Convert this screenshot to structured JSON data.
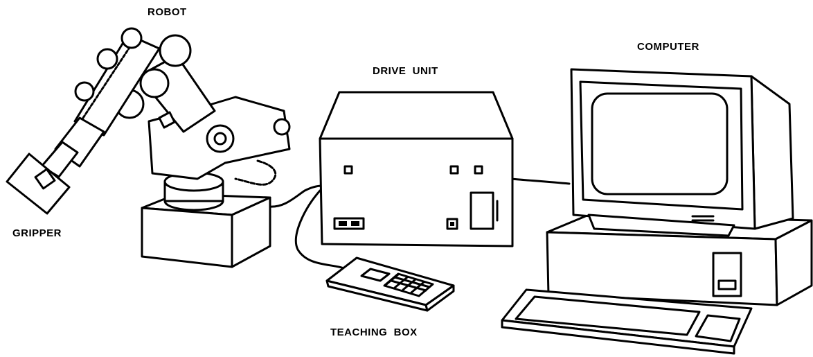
{
  "labels": {
    "robot": "ROBOT",
    "gripper": "GRIPPER",
    "drive_unit": "DRIVE  UNIT",
    "computer": "COMPUTER",
    "teaching_box": "TEACHING  BOX"
  },
  "colors": {
    "ink": "#000000",
    "paper": "#ffffff"
  }
}
